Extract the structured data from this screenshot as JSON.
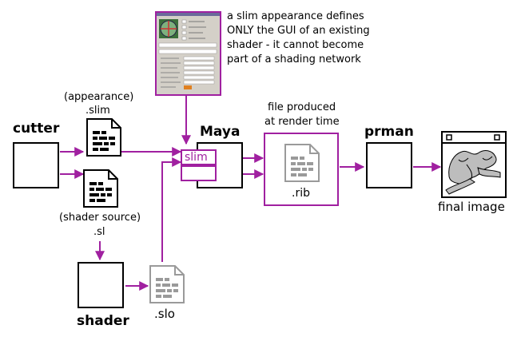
{
  "note": {
    "lines": [
      "a slim appearance defines",
      "ONLY the GUI of an existing",
      "shader - it cannot become",
      "part of a shading network"
    ]
  },
  "cutter": {
    "label": "cutter"
  },
  "slim_file": {
    "caption_1": "(appearance)",
    "caption_2": ".slim"
  },
  "sl_file": {
    "caption_1": "(shader source)",
    "caption_2": ".sl"
  },
  "maya": {
    "label": "Maya",
    "slim_label": "slim"
  },
  "rib": {
    "caption_1": "file produced",
    "caption_2": "at render time",
    "label": ".rib"
  },
  "prman": {
    "label": "prman"
  },
  "final": {
    "label": "final image"
  },
  "shader": {
    "label": "shader"
  },
  "slo": {
    "label": ".slo"
  },
  "colors": {
    "accent": "#a020a0",
    "gray": "#9a9a9a"
  }
}
